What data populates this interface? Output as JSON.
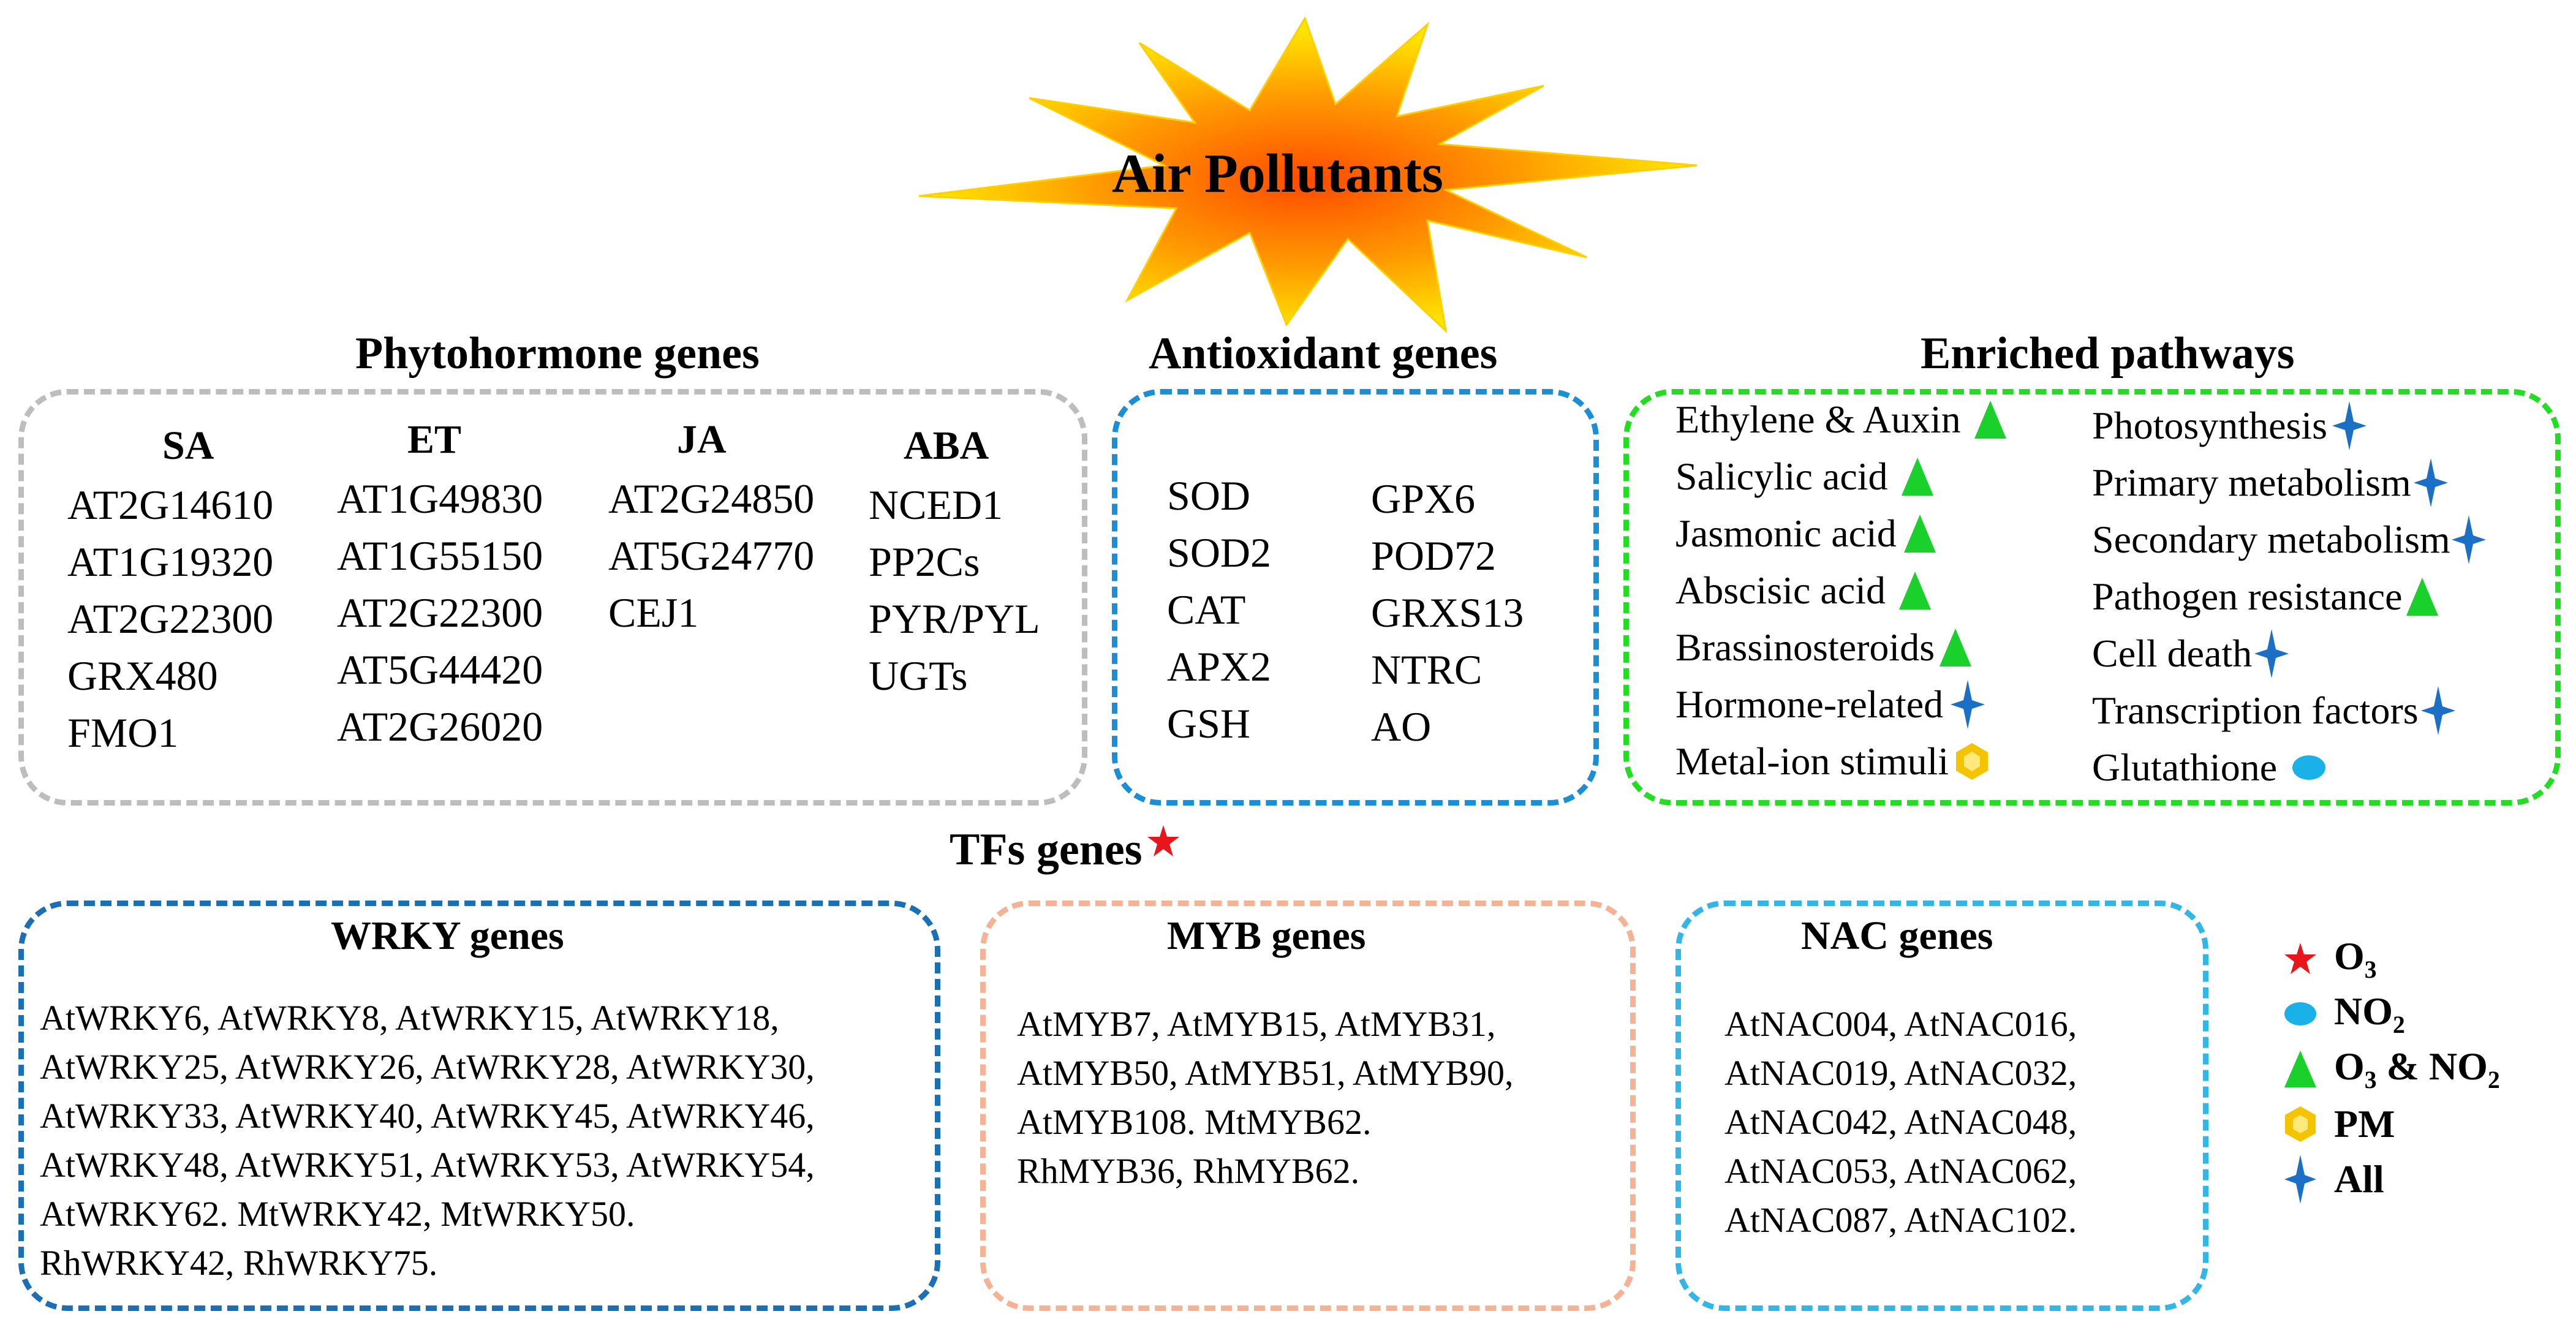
{
  "center_title": "Air Pollutants",
  "sections": {
    "phytohormone": "Phytohormone genes",
    "antioxidant": "Antioxidant genes",
    "enriched": "Enriched pathways",
    "tfs": "TFs genes"
  },
  "phytohormone_columns": [
    {
      "label": "SA",
      "genes": [
        "AT2G14610",
        "AT1G19320",
        "AT2G22300",
        "GRX480",
        "FMO1"
      ]
    },
    {
      "label": "ET",
      "genes": [
        "AT1G49830",
        "AT1G55150",
        "AT2G22300",
        "AT5G44420",
        "AT2G26020"
      ]
    },
    {
      "label": "JA",
      "genes": [
        "AT2G24850",
        "AT5G24770",
        "CEJ1"
      ]
    },
    {
      "label": "ABA",
      "genes": [
        "NCED1",
        "PP2Cs",
        "PYR/PYL",
        "UGTs"
      ]
    }
  ],
  "antioxidant_columns": [
    [
      "SOD",
      "SOD2",
      "CAT",
      "APX2",
      "GSH"
    ],
    [
      "GPX6",
      "POD72",
      "GRXS13",
      "NTRC",
      "AO"
    ]
  ],
  "pathways_left": [
    {
      "label": "Ethylene & Auxin",
      "marker": "triangle"
    },
    {
      "label": "Salicylic acid",
      "marker": "triangle"
    },
    {
      "label": "Jasmonic acid",
      "marker": "triangle"
    },
    {
      "label": "Abscisic acid",
      "marker": "triangle"
    },
    {
      "label": "Brassinosteroids",
      "marker": "triangle"
    },
    {
      "label": "Hormone-related",
      "marker": "four-point-star"
    },
    {
      "label": "Metal-ion stimuli",
      "marker": "hexagon"
    }
  ],
  "pathways_right": [
    {
      "label": "Photosynthesis",
      "marker": "four-point-star"
    },
    {
      "label": "Primary metabolism",
      "marker": "four-point-star"
    },
    {
      "label": "Secondary metabolism",
      "marker": "four-point-star"
    },
    {
      "label": "Pathogen resistance",
      "marker": "triangle"
    },
    {
      "label": "Cell death",
      "marker": "four-point-star"
    },
    {
      "label": "Transcription factors",
      "marker": "four-point-star"
    },
    {
      "label": "Glutathione",
      "marker": "ellipse"
    }
  ],
  "tf_boxes": {
    "wrky": {
      "title": "WRKY genes",
      "lines": [
        "AtWRKY6, AtWRKY8, AtWRKY15, AtWRKY18,",
        "AtWRKY25, AtWRKY26, AtWRKY28, AtWRKY30,",
        "AtWRKY33, AtWRKY40, AtWRKY45, AtWRKY46,",
        "AtWRKY48, AtWRKY51, AtWRKY53, AtWRKY54,",
        "AtWRKY62. MtWRKY42, MtWRKY50.",
        "RhWRKY42, RhWRKY75."
      ]
    },
    "myb": {
      "title": "MYB genes",
      "lines": [
        "AtMYB7, AtMYB15, AtMYB31,",
        "AtMYB50, AtMYB51, AtMYB90,",
        "AtMYB108. MtMYB62.",
        "RhMYB36, RhMYB62."
      ]
    },
    "nac": {
      "title": "NAC genes",
      "lines": [
        "AtNAC004, AtNAC016,",
        "AtNAC019, AtNAC032,",
        "AtNAC042, AtNAC048,",
        "AtNAC053, AtNAC062,",
        "AtNAC087, AtNAC102."
      ]
    }
  },
  "legend": [
    {
      "label": "O",
      "sub": "3",
      "rest": "",
      "marker": "red-star"
    },
    {
      "label": "NO",
      "sub": "2",
      "rest": "",
      "marker": "ellipse"
    },
    {
      "label": "O",
      "sub": "3",
      "rest": " & NO",
      "sub2": "2",
      "marker": "triangle"
    },
    {
      "label": "PM",
      "sub": "",
      "rest": "",
      "marker": "hexagon"
    },
    {
      "label": "All",
      "sub": "",
      "rest": "",
      "marker": "four-point-star"
    }
  ],
  "colors": {
    "phytohormone_border": "#bdbdbd",
    "antioxidant_border": "#1a8fd6",
    "enriched_border": "#22dd22",
    "wrky_border": "#1a6fb5",
    "myb_border": "#f4b394",
    "nac_border": "#33b5e6",
    "triangle": "#19d12a",
    "four_point_star": "#1b6fc4",
    "ellipse": "#1ab0e8",
    "hexagon": "#f5c400",
    "red_star": "#e8161b",
    "burst_outer": "#ffe600",
    "burst_inner": "#ff5a00"
  }
}
